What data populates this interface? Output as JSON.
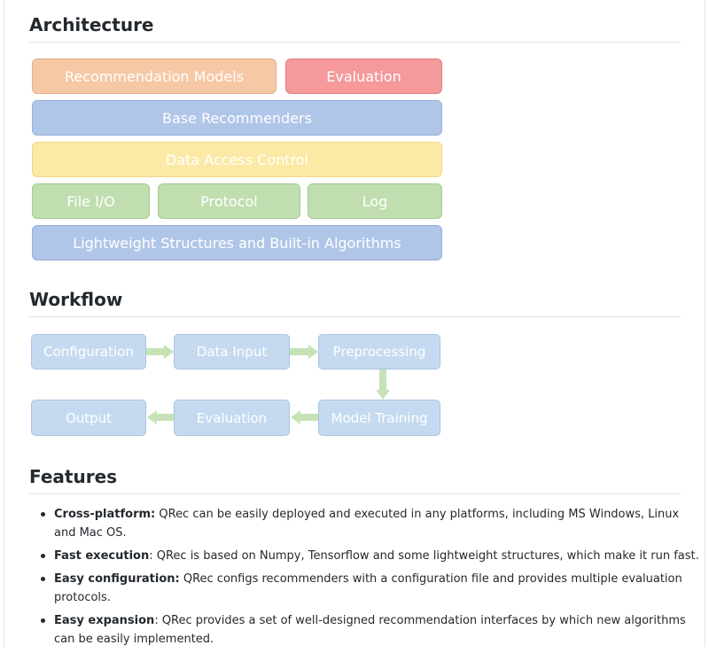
{
  "headings": {
    "architecture": "Architecture",
    "workflow": "Workflow",
    "features": "Features"
  },
  "architecture": {
    "recommendation_models": "Recommendation Models",
    "evaluation": "Evaluation",
    "base_recommenders": "Base Recommenders",
    "data_access_control": "Data Access Control",
    "file_io": "File I/O",
    "protocol": "Protocol",
    "log": "Log",
    "lightweight": "Lightweight Structures and Built-in Algorithms"
  },
  "workflow": {
    "configuration": "Configuration",
    "data_input": "Data Input",
    "preprocessing": "Preprocessing",
    "model_training": "Model Training",
    "evaluation": "Evaluation",
    "output": "Output"
  },
  "features": [
    {
      "term": "Cross-platform:",
      "text": " QRec can be easily deployed and executed in any platforms, including MS Windows, Linux and Mac OS."
    },
    {
      "term": "Fast execution",
      "text": ": QRec is based on Numpy, Tensorflow and some lightweight structures, which make it run fast."
    },
    {
      "term": "Easy configuration:",
      "text": " QRec configs recommenders with a configuration file and provides multiple evaluation protocols."
    },
    {
      "term": "Easy expansion",
      "text": ": QRec provides a set of well-designed recommendation interfaces by which new algorithms can be easily implemented."
    }
  ],
  "colors": {
    "orange": "#f6c8a5",
    "red": "#f5999a",
    "blue": "#b0c6e8",
    "yellow": "#fde9a6",
    "green": "#c0deb0",
    "light_blue": "#c5daf0",
    "arrow_green": "#c6e2b6"
  }
}
